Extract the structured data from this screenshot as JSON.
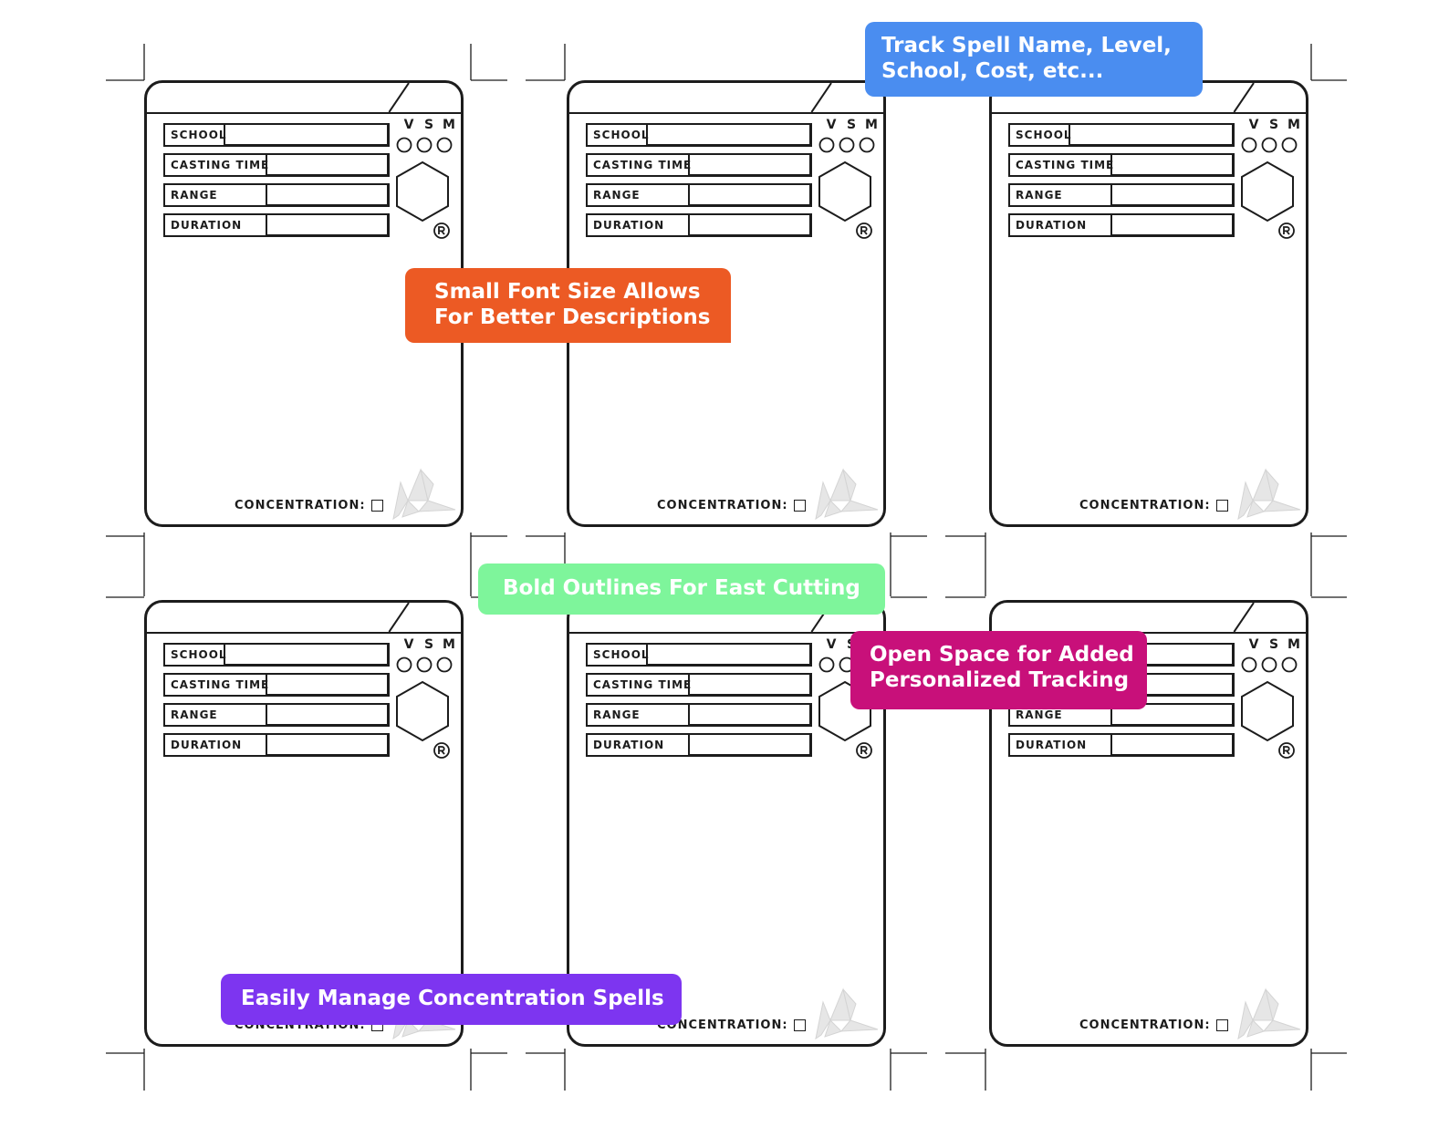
{
  "card_template": {
    "fields": [
      "SCHOOL",
      "CASTING TIME",
      "RANGE",
      "DURATION"
    ],
    "components": [
      "V",
      "S",
      "M"
    ],
    "concentration_label": "CONCENTRATION:"
  },
  "cards": [
    {
      "id": "card-1"
    },
    {
      "id": "card-2"
    },
    {
      "id": "card-3"
    },
    {
      "id": "card-4"
    },
    {
      "id": "card-5"
    },
    {
      "id": "card-6"
    }
  ],
  "callouts": {
    "track": {
      "line1": "Track Spell Name, Level,",
      "line2": "School, Cost, etc...",
      "color": "#4a8df0"
    },
    "font": {
      "line1": "Small Font Size Allows",
      "line2": "For Better Descriptions",
      "color": "#ec5a24"
    },
    "outline": {
      "text": "Bold Outlines For East Cutting",
      "color": "#7ef59b"
    },
    "space": {
      "line1": "Open Space for Added",
      "line2": "Personalized Tracking",
      "color": "#c8107a"
    },
    "concentration": {
      "text": "Easily Manage Concentration Spells",
      "color": "#7d35f0"
    }
  },
  "icons": [
    "hexagon-icon",
    "registered-mark-icon",
    "crane-logo-icon",
    "checkbox-icon"
  ]
}
